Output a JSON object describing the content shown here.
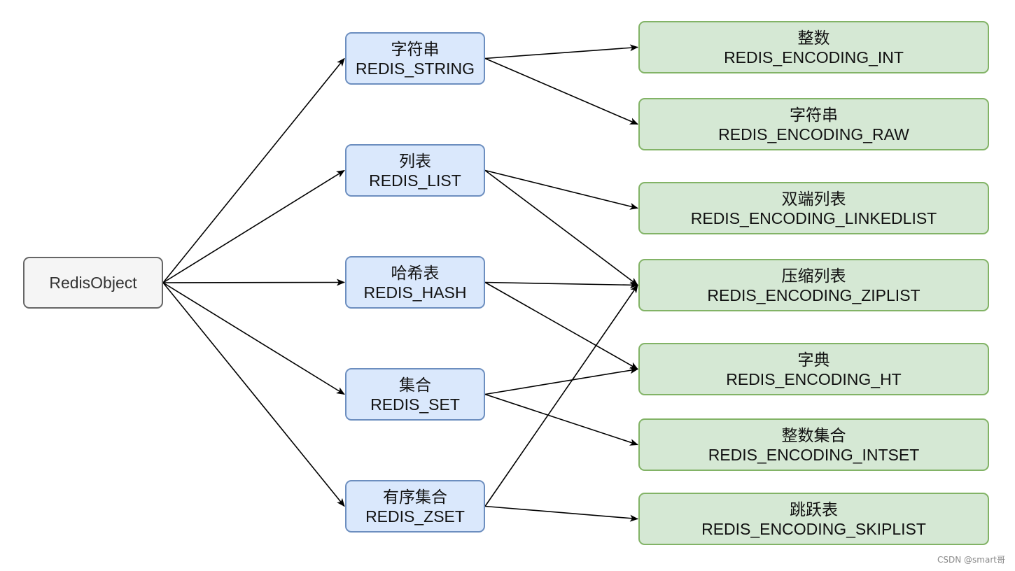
{
  "nodes": {
    "root": {
      "label": "RedisObject"
    },
    "string": {
      "cn": "字符串",
      "en": "REDIS_STRING"
    },
    "list": {
      "cn": "列表",
      "en": "REDIS_LIST"
    },
    "hash": {
      "cn": "哈希表",
      "en": "REDIS_HASH"
    },
    "set": {
      "cn": "集合",
      "en": "REDIS_SET"
    },
    "zset": {
      "cn": "有序集合",
      "en": "REDIS_ZSET"
    },
    "enc_int": {
      "cn": "整数",
      "en": "REDIS_ENCODING_INT"
    },
    "enc_raw": {
      "cn": "字符串",
      "en": "REDIS_ENCODING_RAW"
    },
    "enc_linkedlist": {
      "cn": "双端列表",
      "en": "REDIS_ENCODING_LINKEDLIST"
    },
    "enc_ziplist": {
      "cn": "压缩列表",
      "en": "REDIS_ENCODING_ZIPLIST"
    },
    "enc_ht": {
      "cn": "字典",
      "en": "REDIS_ENCODING_HT"
    },
    "enc_intset": {
      "cn": "整数集合",
      "en": "REDIS_ENCODING_INTSET"
    },
    "enc_skiplist": {
      "cn": "跳跃表",
      "en": "REDIS_ENCODING_SKIPLIST"
    }
  },
  "edges": [
    {
      "from": "root",
      "to": "string"
    },
    {
      "from": "root",
      "to": "list"
    },
    {
      "from": "root",
      "to": "hash"
    },
    {
      "from": "root",
      "to": "set"
    },
    {
      "from": "root",
      "to": "zset"
    },
    {
      "from": "string",
      "to": "enc_int"
    },
    {
      "from": "string",
      "to": "enc_raw"
    },
    {
      "from": "list",
      "to": "enc_linkedlist"
    },
    {
      "from": "list",
      "to": "enc_ziplist"
    },
    {
      "from": "hash",
      "to": "enc_ziplist"
    },
    {
      "from": "hash",
      "to": "enc_ht"
    },
    {
      "from": "set",
      "to": "enc_ht"
    },
    {
      "from": "set",
      "to": "enc_intset"
    },
    {
      "from": "zset",
      "to": "enc_ziplist"
    },
    {
      "from": "zset",
      "to": "enc_skiplist"
    }
  ],
  "watermark": "CSDN @smart哥",
  "colors": {
    "root_fill": "#f5f5f5",
    "root_stroke": "#666666",
    "type_fill": "#dae8fc",
    "type_stroke": "#6c8ebf",
    "encoding_fill": "#d5e8d4",
    "encoding_stroke": "#82b366",
    "edge": "#000000"
  }
}
